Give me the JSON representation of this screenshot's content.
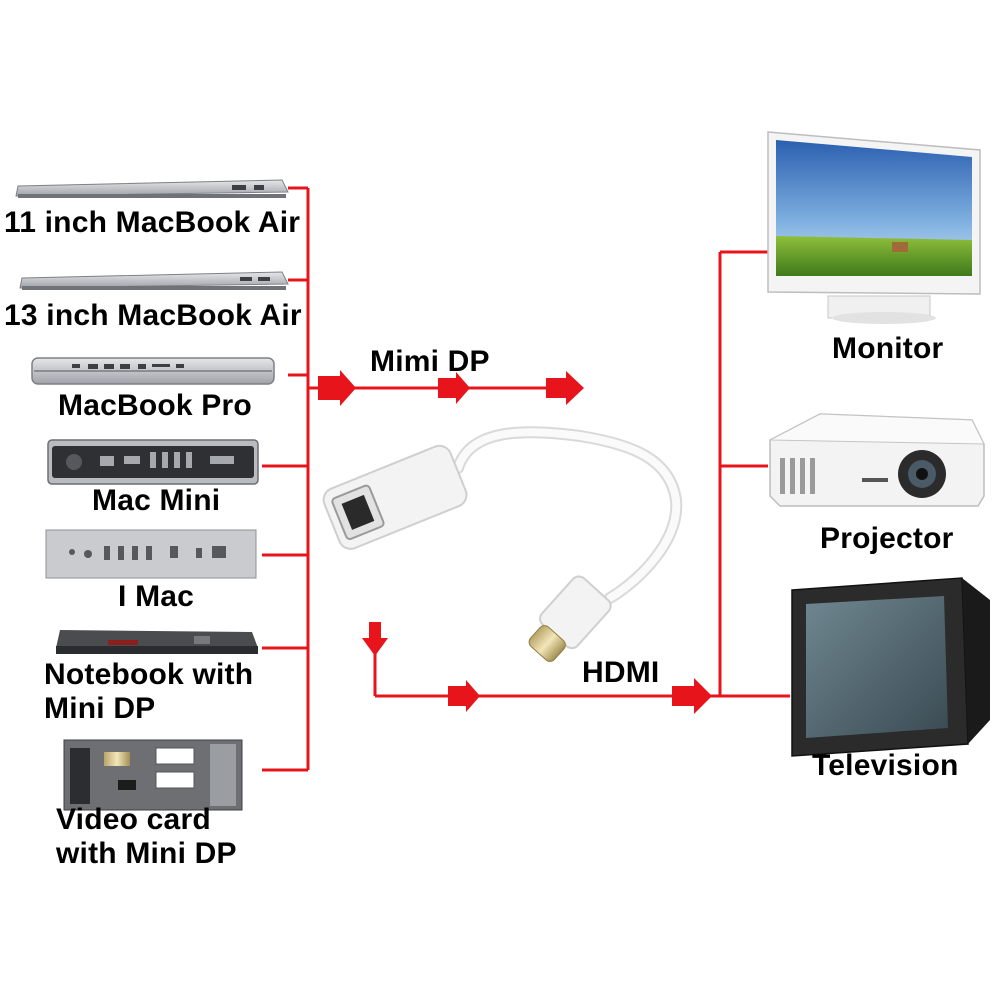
{
  "colors": {
    "connector": "#e8141c",
    "device_dark": "#2b2b2b",
    "device_silver": "#c9cbcf",
    "cable": "#f4f4f4"
  },
  "sources": [
    {
      "id": "mba11",
      "label": "11 inch MacBook Air",
      "icon": "laptop-side-icon"
    },
    {
      "id": "mba13",
      "label": "13 inch MacBook Air",
      "icon": "laptop-side-icon"
    },
    {
      "id": "mbp",
      "label": "MacBook Pro",
      "icon": "laptop-side-icon"
    },
    {
      "id": "macmini",
      "label": "Mac Mini",
      "icon": "mac-mini-icon"
    },
    {
      "id": "imac",
      "label": "I Mac",
      "icon": "imac-ports-icon"
    },
    {
      "id": "notebook",
      "label_line1": "Notebook with",
      "label_line2": "Mini DP",
      "icon": "notebook-icon"
    },
    {
      "id": "videocard",
      "label_line1": "Video card",
      "label_line2": "with Mini DP",
      "icon": "video-card-icon"
    }
  ],
  "connections": {
    "input_label": "Mimi DP",
    "output_label": "HDMI"
  },
  "adapter": {
    "icon": "usb-c-otg-cable-icon"
  },
  "outputs": [
    {
      "id": "monitor",
      "label": "Monitor",
      "icon": "monitor-icon"
    },
    {
      "id": "projector",
      "label": "Projector",
      "icon": "projector-icon"
    },
    {
      "id": "television",
      "label": "Television",
      "icon": "television-icon"
    }
  ]
}
